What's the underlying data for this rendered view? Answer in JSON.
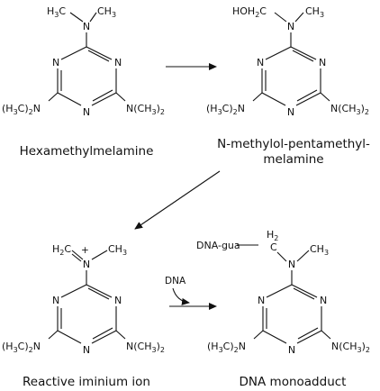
{
  "structures": [
    {
      "caption": [
        "Hexamethylmelamine"
      ],
      "top": {
        "left": "H3C",
        "right": "CH3"
      },
      "bottom_left": "(H3C)2N",
      "bottom_right": "N(CH3)2"
    },
    {
      "caption": [
        "N-methylol-pentamethyl-",
        "melamine"
      ],
      "top": {
        "left": "HOH2C",
        "right": "CH3"
      },
      "bottom_left": "(H3C)2N",
      "bottom_right": "N(CH3)2"
    },
    {
      "caption": [
        "Reactive iminium ion"
      ],
      "top": {
        "left": "H2C",
        "right": "CH3",
        "charge": "+"
      },
      "bottom_left": "(H3C)2N",
      "bottom_right": "N(CH3)2"
    },
    {
      "caption": [
        "DNA monoadduct"
      ],
      "top": {
        "left": "DNA-gua",
        "mid": "H2C",
        "right": "CH3"
      },
      "bottom_left": "(H3C)2N",
      "bottom_right": "N(CH3)2"
    }
  ],
  "atom_symbol": "N",
  "reagent_label": "DNA"
}
